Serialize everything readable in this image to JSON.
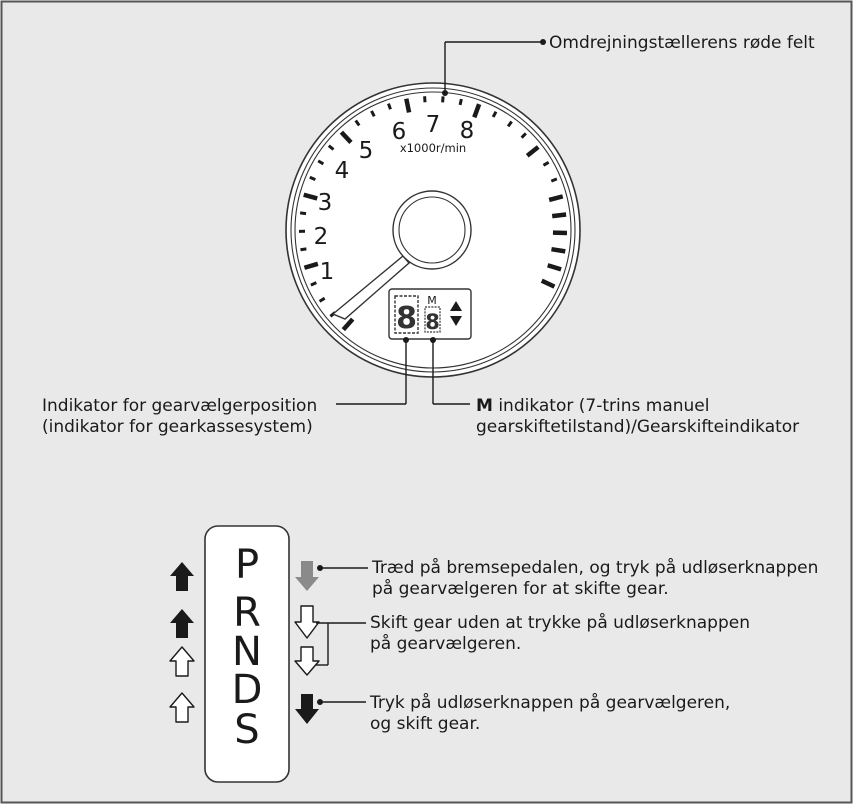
{
  "colors": {
    "background": "#e9e9e9",
    "border": "#555555",
    "ink": "#1a1a1a",
    "arrow_black": "#1a1a1a",
    "arrow_gray": "#8a8a8a",
    "arrow_white": "#ffffff"
  },
  "tachometer": {
    "numbers": [
      "1",
      "2",
      "3",
      "4",
      "5",
      "6",
      "7",
      "8"
    ],
    "unit_label": "x1000r/min",
    "display_m": "M"
  },
  "callouts": {
    "red_zone": "Omdrejningstællerens røde felt",
    "gear_pos_line1": "Indikator for gearvælgerposition",
    "gear_pos_line2": "(indikator for gearkassesystem)",
    "m_bold": "M",
    "m_line1_rest": " indikator (7-trins manuel",
    "m_line2": "gearskiftetilstand)/Gearskifteindikator"
  },
  "shifter": {
    "gears": [
      "P",
      "R",
      "N",
      "D",
      "S"
    ],
    "notes": [
      {
        "line1": "Træd på bremsepedalen, og tryk på udløserknappen",
        "line2": "på gearvælgeren for at skifte gear."
      },
      {
        "line1": "Skift gear uden at trykke på udløserknappen",
        "line2": "på gearvælgeren."
      },
      {
        "line1": "Tryk på udløserknappen på gearvælgeren,",
        "line2": "og skift gear."
      }
    ]
  }
}
